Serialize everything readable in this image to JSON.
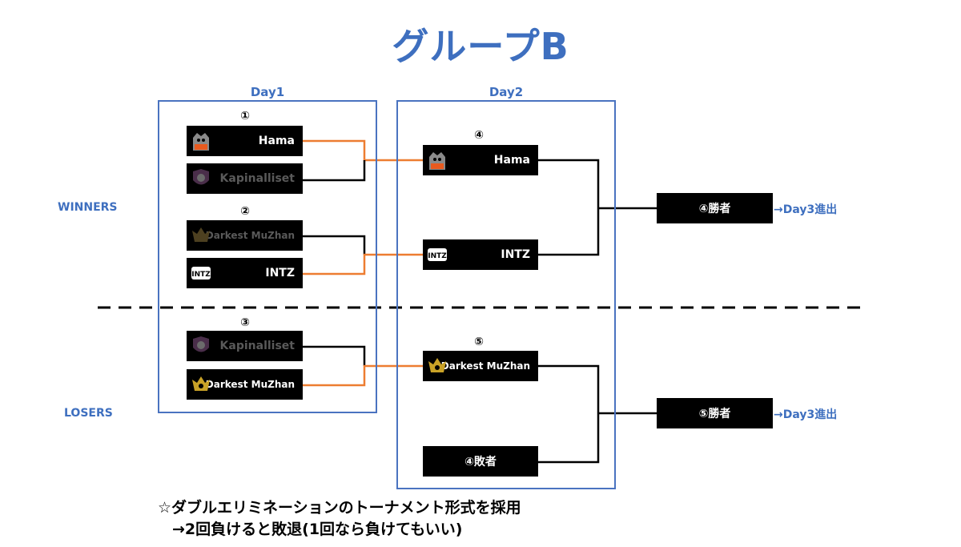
{
  "title": "グループB",
  "days": {
    "day1": "Day1",
    "day2": "Day2"
  },
  "sides": {
    "winners": "WINNERS",
    "losers": "LOSERS"
  },
  "matches": {
    "m1": "①",
    "m2": "②",
    "m3": "③",
    "m4": "④",
    "m5": "⑤"
  },
  "day1": {
    "m1": [
      "Hama",
      "Kapinalliset"
    ],
    "m2": [
      "Darkest MuZhan",
      "INTZ"
    ],
    "m3": [
      "Kapinalliset",
      "Darkest MuZhan"
    ]
  },
  "day2": {
    "m4": [
      "Hama",
      "INTZ"
    ],
    "m5": [
      "Darkest MuZhan",
      "④敗者"
    ]
  },
  "results": {
    "winners": {
      "label": "④勝者",
      "advance": "→Day3進出"
    },
    "losers": {
      "label": "⑤勝者",
      "advance": "→Day3進出"
    }
  },
  "notes": {
    "line1": "☆ダブルエリミネーションのトーナメント形式を採用",
    "line2": "→2回負けると敗退(1回なら負けてもいい)"
  },
  "colors": {
    "accent": "#3e6fbf",
    "winner_line": "#ed7d31",
    "line": "#000000"
  },
  "icons": [
    "hama-logo-icon",
    "kapinalliset-logo-icon",
    "darkest-muzhan-logo-icon",
    "intz-logo-icon"
  ]
}
